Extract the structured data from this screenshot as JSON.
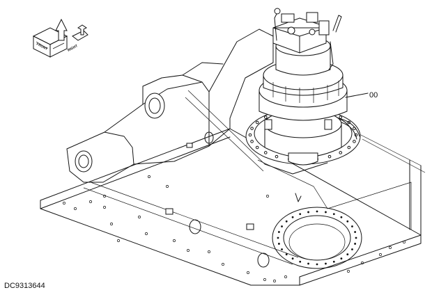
{
  "callouts": [
    {
      "label": "00"
    }
  ],
  "drawing_id": "DC9313644",
  "orientation_marker": {
    "left_text": "FRONT",
    "right_text": "RIGHT"
  }
}
